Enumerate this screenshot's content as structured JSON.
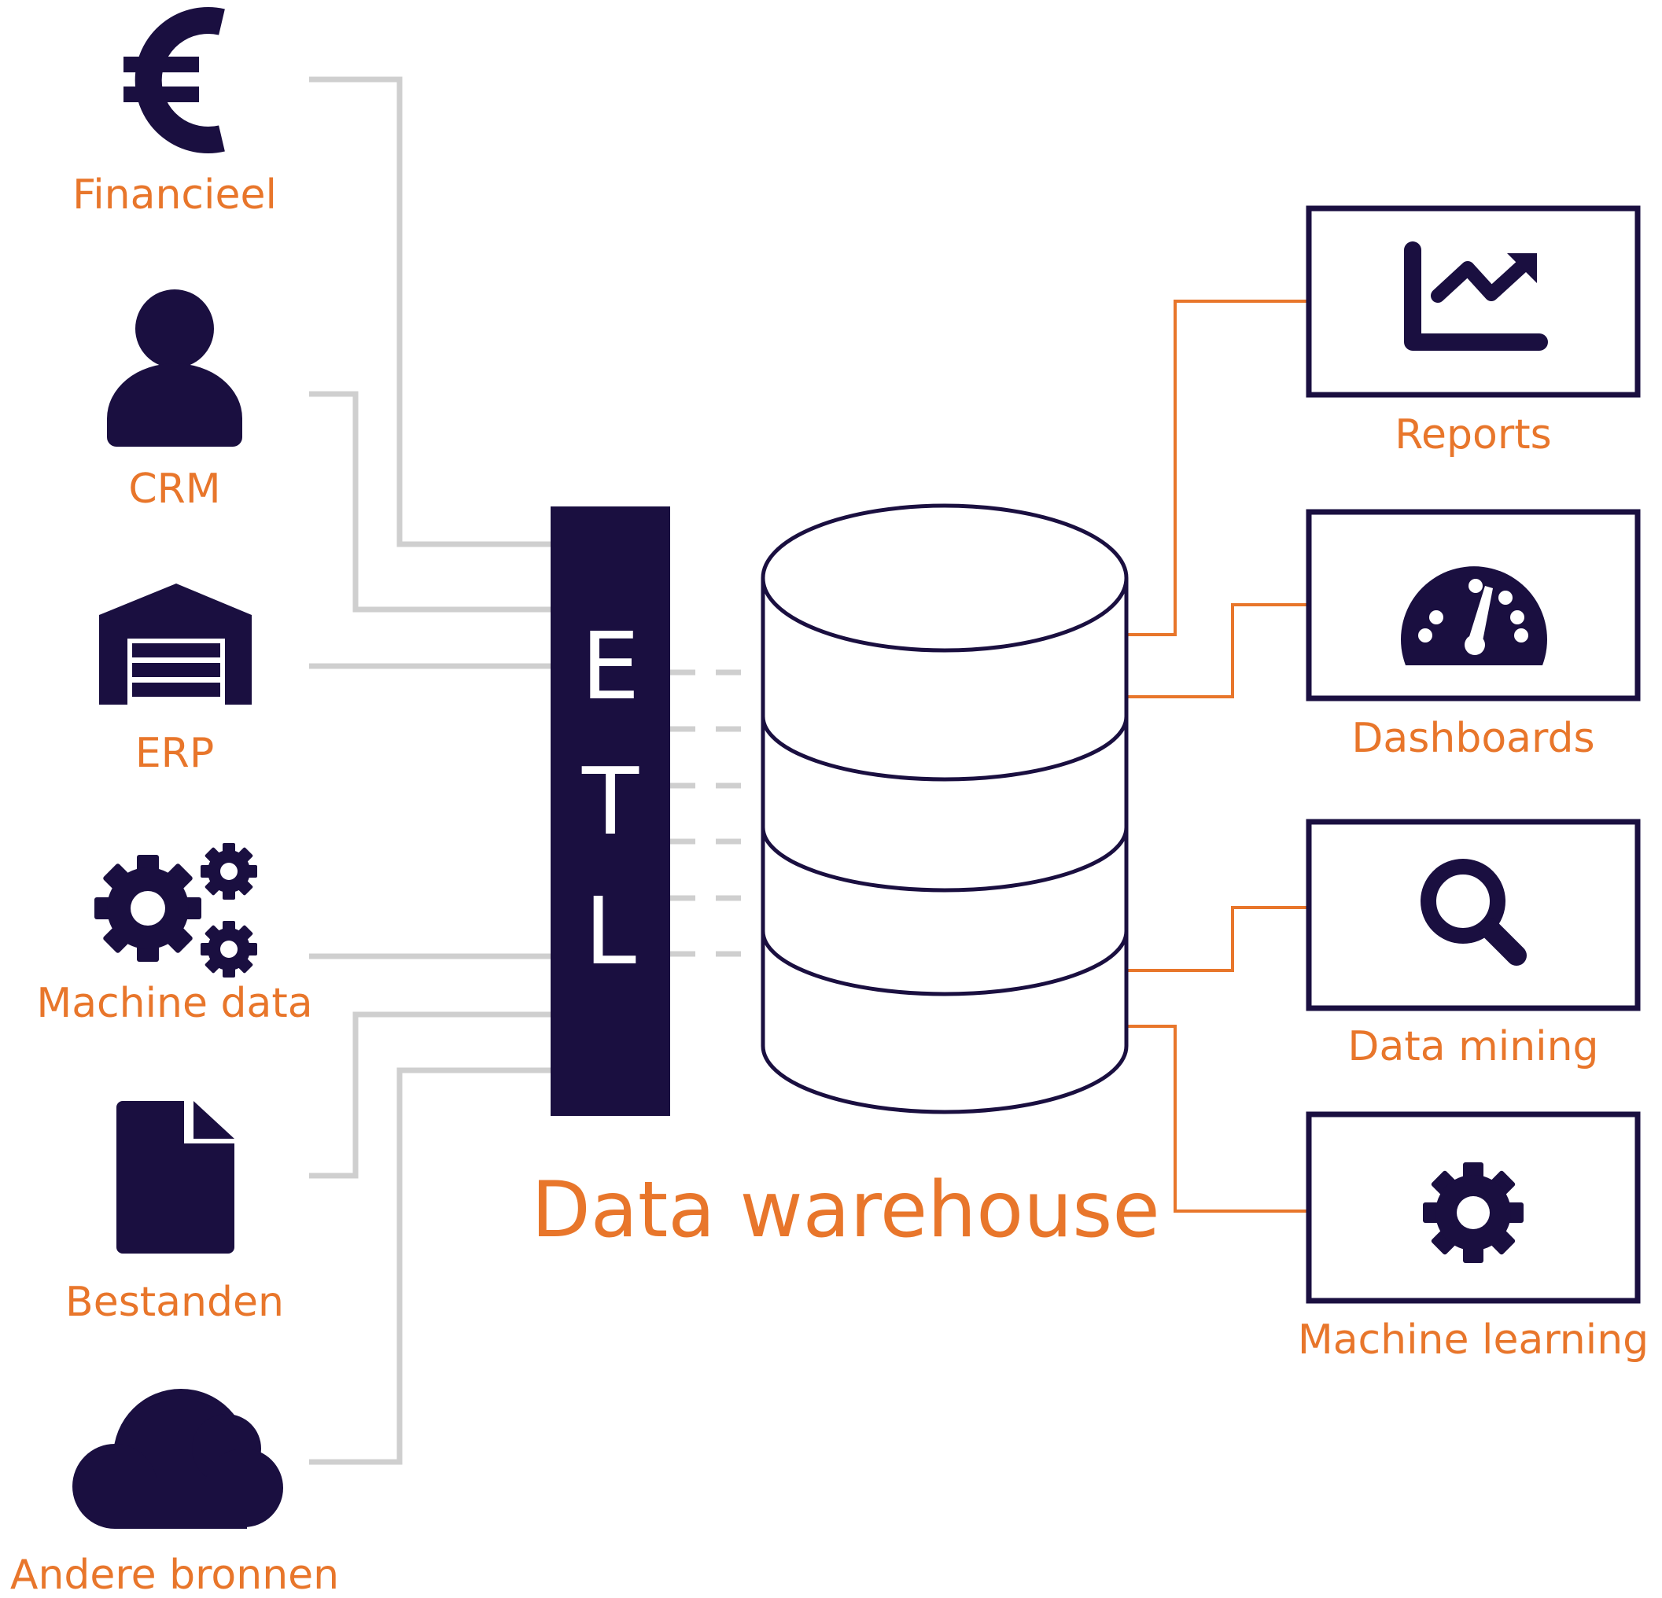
{
  "title": "Data warehouse",
  "etl": {
    "letters": [
      "E",
      "T",
      "L"
    ]
  },
  "sources": [
    {
      "label": "Financieel",
      "icon": "euro-icon"
    },
    {
      "label": "CRM",
      "icon": "user-icon"
    },
    {
      "label": "ERP",
      "icon": "warehouse-icon"
    },
    {
      "label": "Machine data",
      "icon": "gears-icon"
    },
    {
      "label": "Bestanden",
      "icon": "file-icon"
    },
    {
      "label": "Andere bronnen",
      "icon": "cloud-icon"
    }
  ],
  "outputs": [
    {
      "label": "Reports",
      "icon": "line-chart-icon"
    },
    {
      "label": "Dashboards",
      "icon": "speedometer-icon"
    },
    {
      "label": "Data mining",
      "icon": "search-icon"
    },
    {
      "label": "Machine learning",
      "icon": "gear-icon"
    }
  ],
  "colors": {
    "navy": "#1a0f40",
    "orange": "#e8762b",
    "connector_gray": "#cfcfcf"
  }
}
